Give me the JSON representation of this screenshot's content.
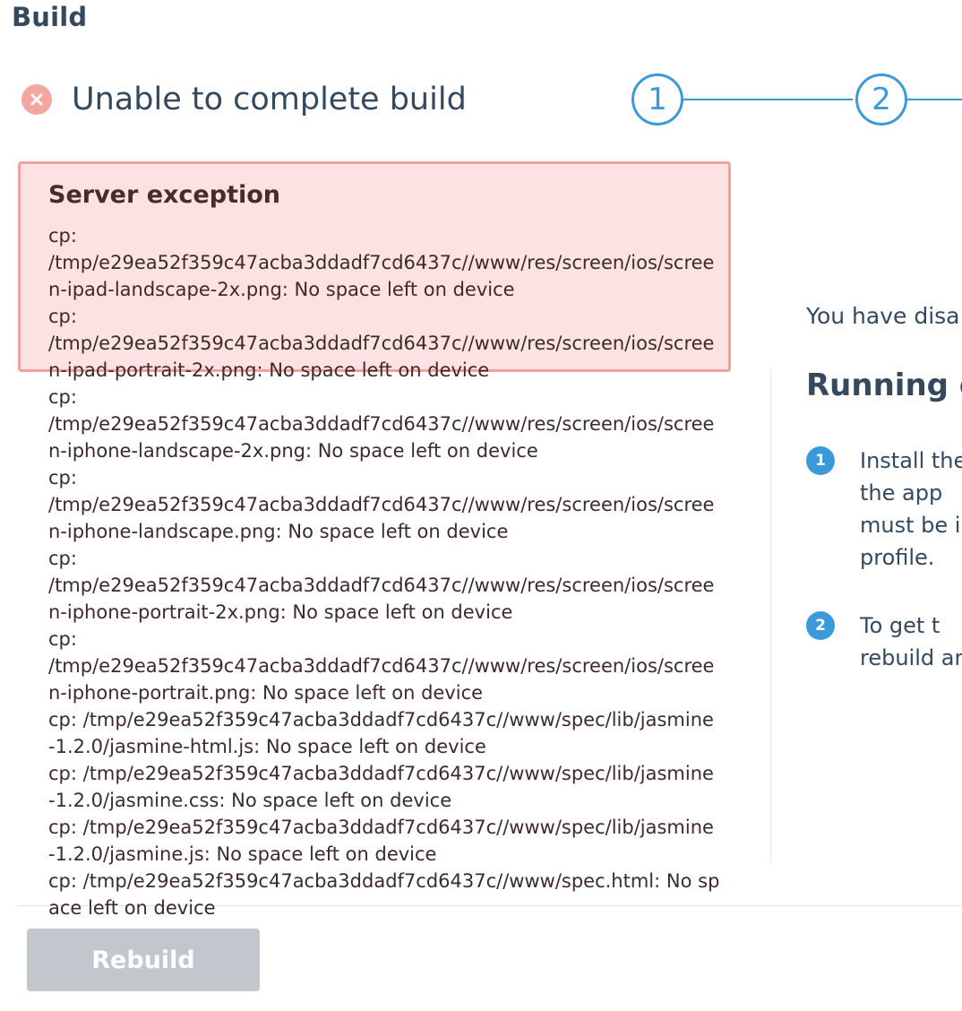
{
  "page": {
    "title": "Build"
  },
  "status": {
    "icon": "close-circle-icon",
    "text": "Unable to complete build",
    "icon_color": "#f4a6a1"
  },
  "steps": {
    "items": [
      {
        "label": "1"
      },
      {
        "label": "2"
      }
    ],
    "color": "#3a9ad9"
  },
  "error": {
    "heading": "Server exception",
    "lines": [
      "cp:",
      "/tmp/e29ea52f359c47acba3ddadf7cd6437c//www/res/screen/ios/screen-ipad-landscape-2x.png: No space left on device",
      "cp:",
      "/tmp/e29ea52f359c47acba3ddadf7cd6437c//www/res/screen/ios/screen-ipad-portrait-2x.png: No space left on device",
      "cp:",
      "/tmp/e29ea52f359c47acba3ddadf7cd6437c//www/res/screen/ios/screen-iphone-landscape-2x.png: No space left on device",
      "cp:",
      "/tmp/e29ea52f359c47acba3ddadf7cd6437c//www/res/screen/ios/screen-iphone-landscape.png: No space left on device",
      "cp:",
      "/tmp/e29ea52f359c47acba3ddadf7cd6437c//www/res/screen/ios/screen-iphone-portrait-2x.png: No space left on device",
      "cp:",
      "/tmp/e29ea52f359c47acba3ddadf7cd6437c//www/res/screen/ios/screen-iphone-portrait.png: No space left on device",
      "cp: /tmp/e29ea52f359c47acba3ddadf7cd6437c//www/spec/lib/jasmine-1.2.0/jasmine-html.js: No space left on device",
      "cp: /tmp/e29ea52f359c47acba3ddadf7cd6437c//www/spec/lib/jasmine-1.2.0/jasmine.css: No space left on device",
      "cp: /tmp/e29ea52f359c47acba3ddadf7cd6437c//www/spec/lib/jasmine-1.2.0/jasmine.js: No space left on device",
      "cp: /tmp/e29ea52f359c47acba3ddadf7cd6437c//www/spec.html: No space left on device"
    ]
  },
  "right_panel": {
    "disabled_text": "You have disa",
    "heading": "Running o",
    "instructions": [
      {
        "num": "1",
        "text": "Install the\nthe app\nmust be i\nprofile."
      },
      {
        "num": "2",
        "text": "To get t\nrebuild ar"
      }
    ]
  },
  "footer": {
    "rebuild_label": "Rebuild"
  }
}
